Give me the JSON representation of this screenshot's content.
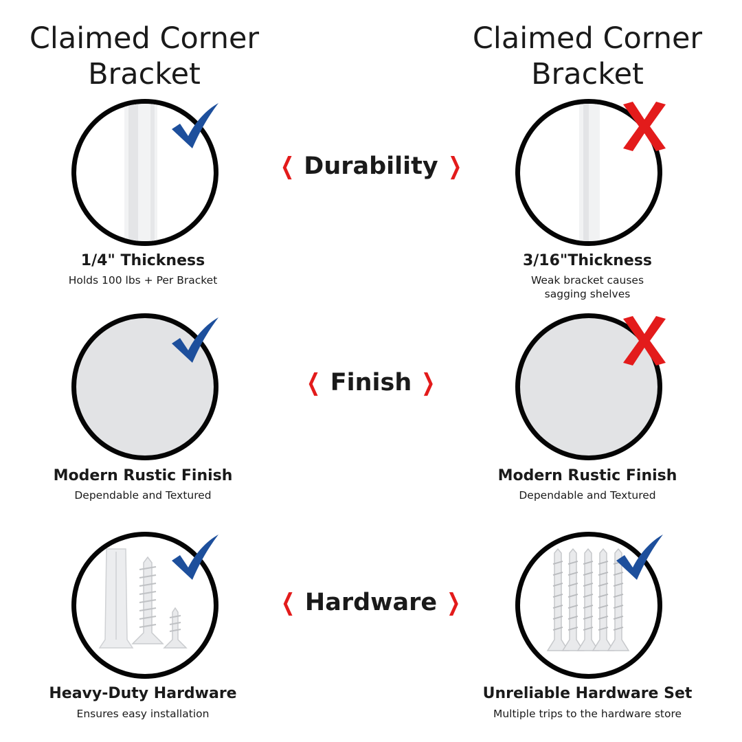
{
  "left_title": "Claimed Corner Bracket",
  "right_title": "Claimed Corner Bracket",
  "categories": [
    {
      "label": "Durability"
    },
    {
      "label": "Finish"
    },
    {
      "label": "Hardware"
    }
  ],
  "left": [
    {
      "title": "1/4\" Thickness",
      "subtitle": "Holds 100 lbs + Per Bracket",
      "mark": "check-icon"
    },
    {
      "title": "Modern Rustic Finish",
      "subtitle": "Dependable and Textured",
      "mark": "check-icon"
    },
    {
      "title": "Heavy-Duty Hardware",
      "subtitle": "Ensures easy installation",
      "mark": "check-icon"
    }
  ],
  "right": [
    {
      "title": "3/16\"Thickness",
      "subtitle_line1": "Weak bracket causes",
      "subtitle_line2": "sagging shelves",
      "mark": "x-icon"
    },
    {
      "title": "Modern Rustic Finish",
      "subtitle": "Dependable and Textured",
      "mark": "x-icon"
    },
    {
      "title": "Unreliable Hardware Set",
      "subtitle": "Multiple trips to the hardware store",
      "mark": "check-icon"
    }
  ],
  "colors": {
    "check": "#1d4f9c",
    "x": "#e31b1b",
    "chevron": "#e31b1b",
    "ring": "#050505"
  },
  "chevron_left": "❮",
  "chevron_right": "❯"
}
